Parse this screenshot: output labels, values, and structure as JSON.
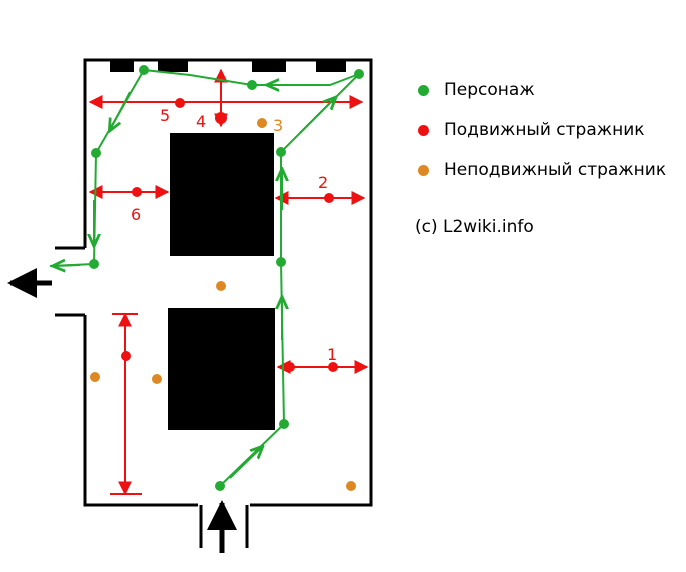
{
  "legend": {
    "items": [
      {
        "label": "Персонаж",
        "color": "#22aa33"
      },
      {
        "label": "Подвижный стражник",
        "color": "#ee1111"
      },
      {
        "label": "Неподвижный стражник",
        "color": "#dd8822"
      }
    ]
  },
  "copyright": "(c) L2wiki.info",
  "markers": {
    "n1": "1",
    "n2": "2",
    "n3": "3",
    "n4": "4",
    "n5": "5",
    "n6": "6"
  },
  "colors": {
    "wall": "#000000",
    "path": "#22aa33",
    "patrol": "#ee1111",
    "static": "#dd8822"
  }
}
